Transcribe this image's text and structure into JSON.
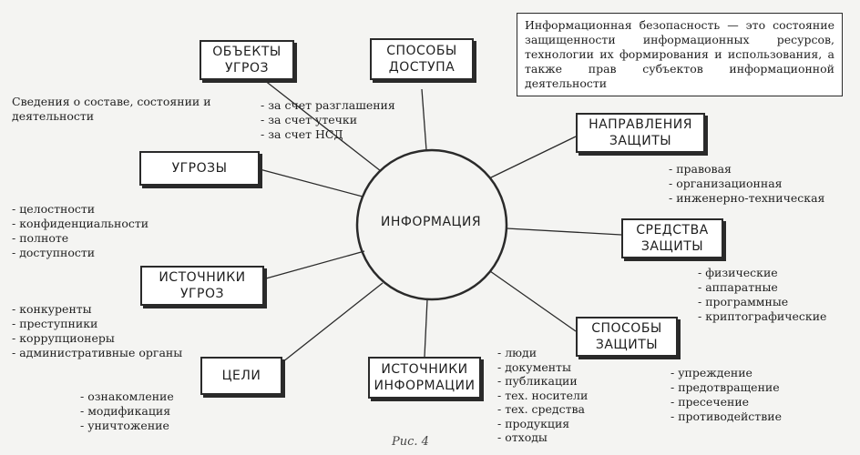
{
  "center": "ИНФОРМАЦИЯ",
  "definition": "Информационная безопасность — это состояние защищенности информационных ресурсов, технологии их формирования и использования, а также прав субъектов информационной деятельности",
  "boxes": {
    "objects": "ОБЪЕКТЫ\nУГРОЗ",
    "access": "СПОСОБЫ\nДОСТУПА",
    "directions": "НАПРАВЛЕНИЯ\nЗАЩИТЫ",
    "threats": "УГРОЗЫ",
    "means": "СРЕДСТВА\nЗАЩИТЫ",
    "sources_threats": "ИСТОЧНИКИ\nУГРОЗ",
    "methods": "СПОСОБЫ\nЗАЩИТЫ",
    "goals": "ЦЕЛИ",
    "sources_info": "ИСТОЧНИКИ\nИНФОРМАЦИИ"
  },
  "objects_note": "Сведения о составе, состоянии и деятельности",
  "access_items": [
    "за счет разглашения",
    "за счет утечки",
    "за счет НСД"
  ],
  "direction_items": [
    "правовая",
    "организационная",
    "инженерно-техническая"
  ],
  "threat_items": [
    "целостности",
    "конфиденциальности",
    "полноте",
    "доступности"
  ],
  "means_items": [
    "физические",
    "аппаратные",
    "программные",
    "криптографические"
  ],
  "source_threat_items": [
    "конкуренты",
    "преступники",
    "коррупционеры",
    "административные органы"
  ],
  "goal_items": [
    "ознакомление",
    "модификация",
    "уничтожение"
  ],
  "info_source_items": [
    "люди",
    "документы",
    "публикации",
    "тех. носители",
    "тех. средства",
    "продукция",
    "отходы"
  ],
  "method_items": [
    "упреждение",
    "предотвращение",
    "пресечение",
    "противодействие"
  ],
  "caption": "Рис. 4"
}
